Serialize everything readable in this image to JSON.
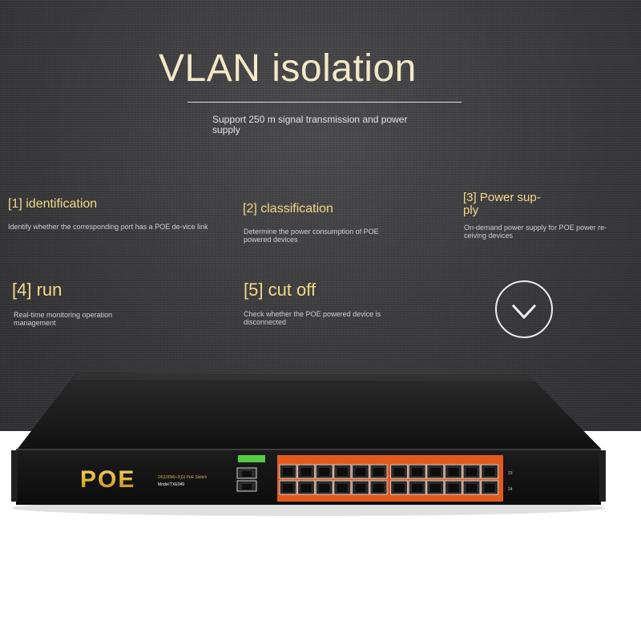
{
  "hero": {
    "title": "VLAN isolation",
    "subtitle": "Support 250 m signal transmission and power supply"
  },
  "features": [
    {
      "title": "[1] identification",
      "desc": "Identify whether the corresponding port has a POE de-vice link"
    },
    {
      "title": "[2] classification",
      "desc": "Determine the power consumption of POE powered devices"
    },
    {
      "title": "[3] Power sup-ply",
      "desc": "On-demand power supply for POE power re-ceiving devices"
    },
    {
      "title": "[4] run",
      "desc": "Real-time monitoring operation management"
    },
    {
      "title": "[5] cut off",
      "desc": "Check whether the POE powered device is disconnected"
    }
  ],
  "nav": {
    "icon": "chevron-down-icon"
  },
  "device": {
    "brand": "POE",
    "spec": "24(100M)+2(G) PoE Switch",
    "model": "Model:TXE049",
    "port_numbers": {
      "top_end": "23",
      "bottom_end": "24"
    }
  },
  "colors": {
    "banner_bg": "#3a3a3c",
    "title_text": "#f3e8c8",
    "feature_title": "#f3d98a",
    "brand_gold": "#e2b33a",
    "port_strip_orange": "#e25a1c",
    "device_body": "#141414"
  }
}
